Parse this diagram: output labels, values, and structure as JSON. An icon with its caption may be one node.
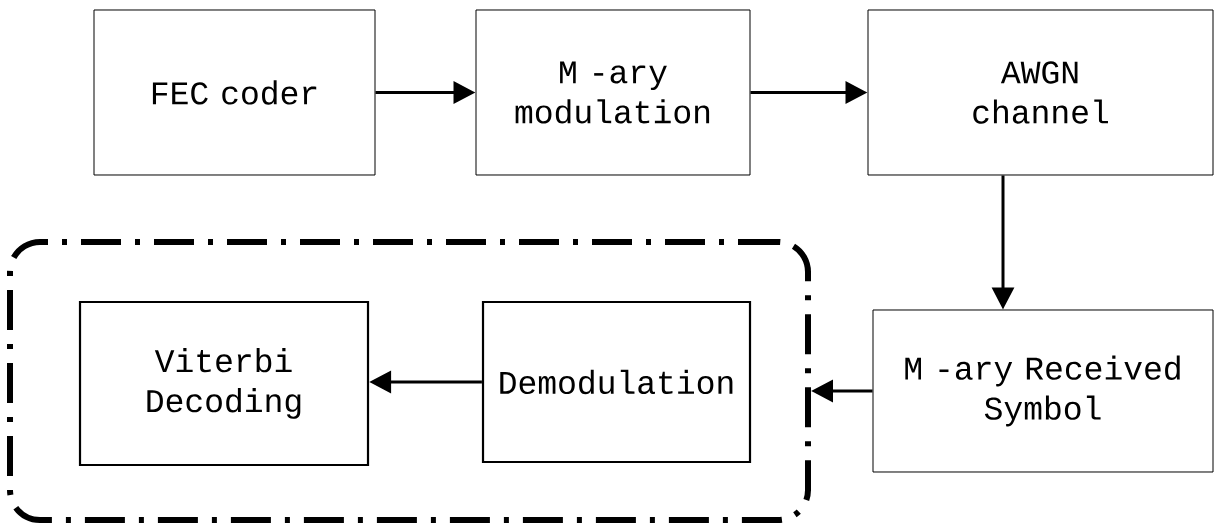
{
  "diagram": {
    "nodes": [
      {
        "text": [
          "FEC coder"
        ]
      },
      {
        "text": [
          "M -ary modulation"
        ]
      },
      {
        "text": [
          "AWGN channel"
        ]
      },
      {
        "text": [
          "M -ary Received Symbol"
        ]
      },
      {
        "text": [],
        "shape": "box"
      },
      {
        "text": [
          "Viterbi Decoding"
        ],
        "in": 4
      },
      {
        "text": [
          "Demodulation"
        ],
        "in": 4
      }
    ],
    "edges": [
      {
        "from": 0,
        "to": 1,
        "arrow": "to"
      },
      {
        "from": 1,
        "to": 2,
        "arrow": "to"
      },
      {
        "from": 2,
        "to": 3,
        "arrow": "to"
      },
      {
        "from": 3,
        "to": 4,
        "arrow": "to"
      },
      {
        "from": 6,
        "to": 5,
        "arrow": "to"
      }
    ]
  }
}
